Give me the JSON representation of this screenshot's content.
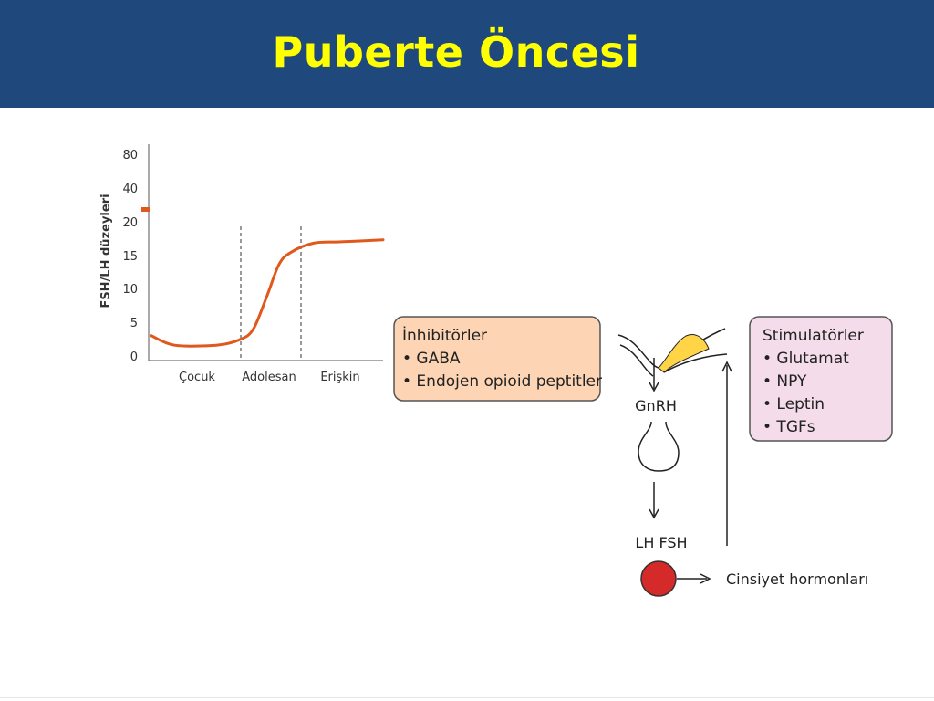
{
  "title": "Puberte Öncesi",
  "chart_data": {
    "type": "line",
    "ylabel": "FSH/LH düzeyleri",
    "yticks": [
      "0",
      "5",
      "10",
      "15",
      "20",
      "40",
      "80"
    ],
    "xcategories": [
      "Çocuk",
      "Adolesan",
      "Erişkin"
    ],
    "series": [
      {
        "values": [
          {
            "x": 0.0,
            "y": 3.0
          },
          {
            "x": 0.1,
            "y": 1.6
          },
          {
            "x": 0.28,
            "y": 1.6
          },
          {
            "x": 0.38,
            "y": 2.4
          },
          {
            "x": 0.44,
            "y": 4.0
          },
          {
            "x": 0.5,
            "y": 9.0
          },
          {
            "x": 0.55,
            "y": 13.5
          },
          {
            "x": 0.6,
            "y": 15.3
          },
          {
            "x": 0.7,
            "y": 16.7
          },
          {
            "x": 0.82,
            "y": 16.9
          },
          {
            "x": 1.0,
            "y": 17.2
          }
        ]
      }
    ],
    "colors": {
      "line": "#e0581b"
    }
  },
  "diagram": {
    "inhibitors": {
      "title": "İnhibitörler",
      "items": [
        "• GABA",
        "• Endojen opioid peptitler"
      ],
      "fill": "#fdd5b4"
    },
    "stimulators": {
      "title": "Stimulatörler",
      "items": [
        "• Glutamat",
        "• NPY",
        "• Leptin",
        "• TGFs"
      ],
      "fill": "#f4dcea"
    },
    "gnrh_label": "GnRH",
    "lhfsh_label": "LH FSH",
    "sex_hormones_label": "Cinsiyet hormonları",
    "colors": {
      "hypothalamus": "#ffd447",
      "gonad": "#d42a2a"
    }
  }
}
